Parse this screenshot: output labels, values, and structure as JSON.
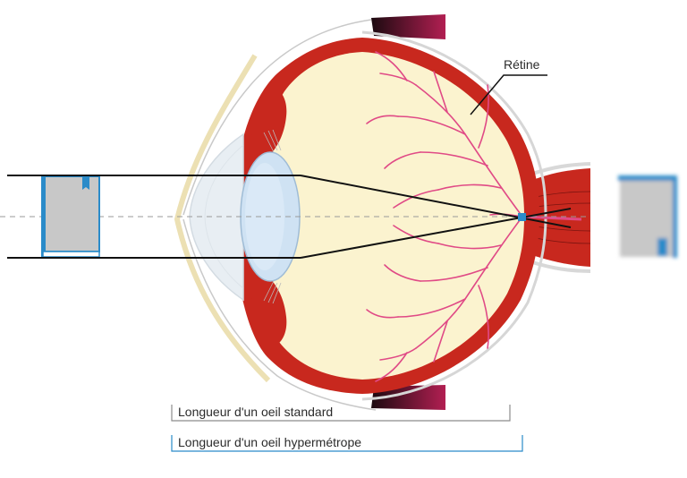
{
  "labels": {
    "retina": "Rétine",
    "length_standard": "Longueur d'un oeil standard",
    "length_hyperopic": "Longueur d'un oeil hypermétrope"
  },
  "colors": {
    "sclera_wall": "#c8281e",
    "vitreous": "#fbf3cf",
    "vessel": "#e04a86",
    "lens": "#cfe2f3",
    "cornea": "#e8eef3",
    "eyelid_skin": "#f0e6bd",
    "eyelash": "#7a0d2b",
    "marker_blue": "#2a8bc9",
    "object_fill": "#c8c8c8",
    "ray": "#111111"
  },
  "icons": [
    "book-object-icon",
    "inverted-image-icon"
  ]
}
